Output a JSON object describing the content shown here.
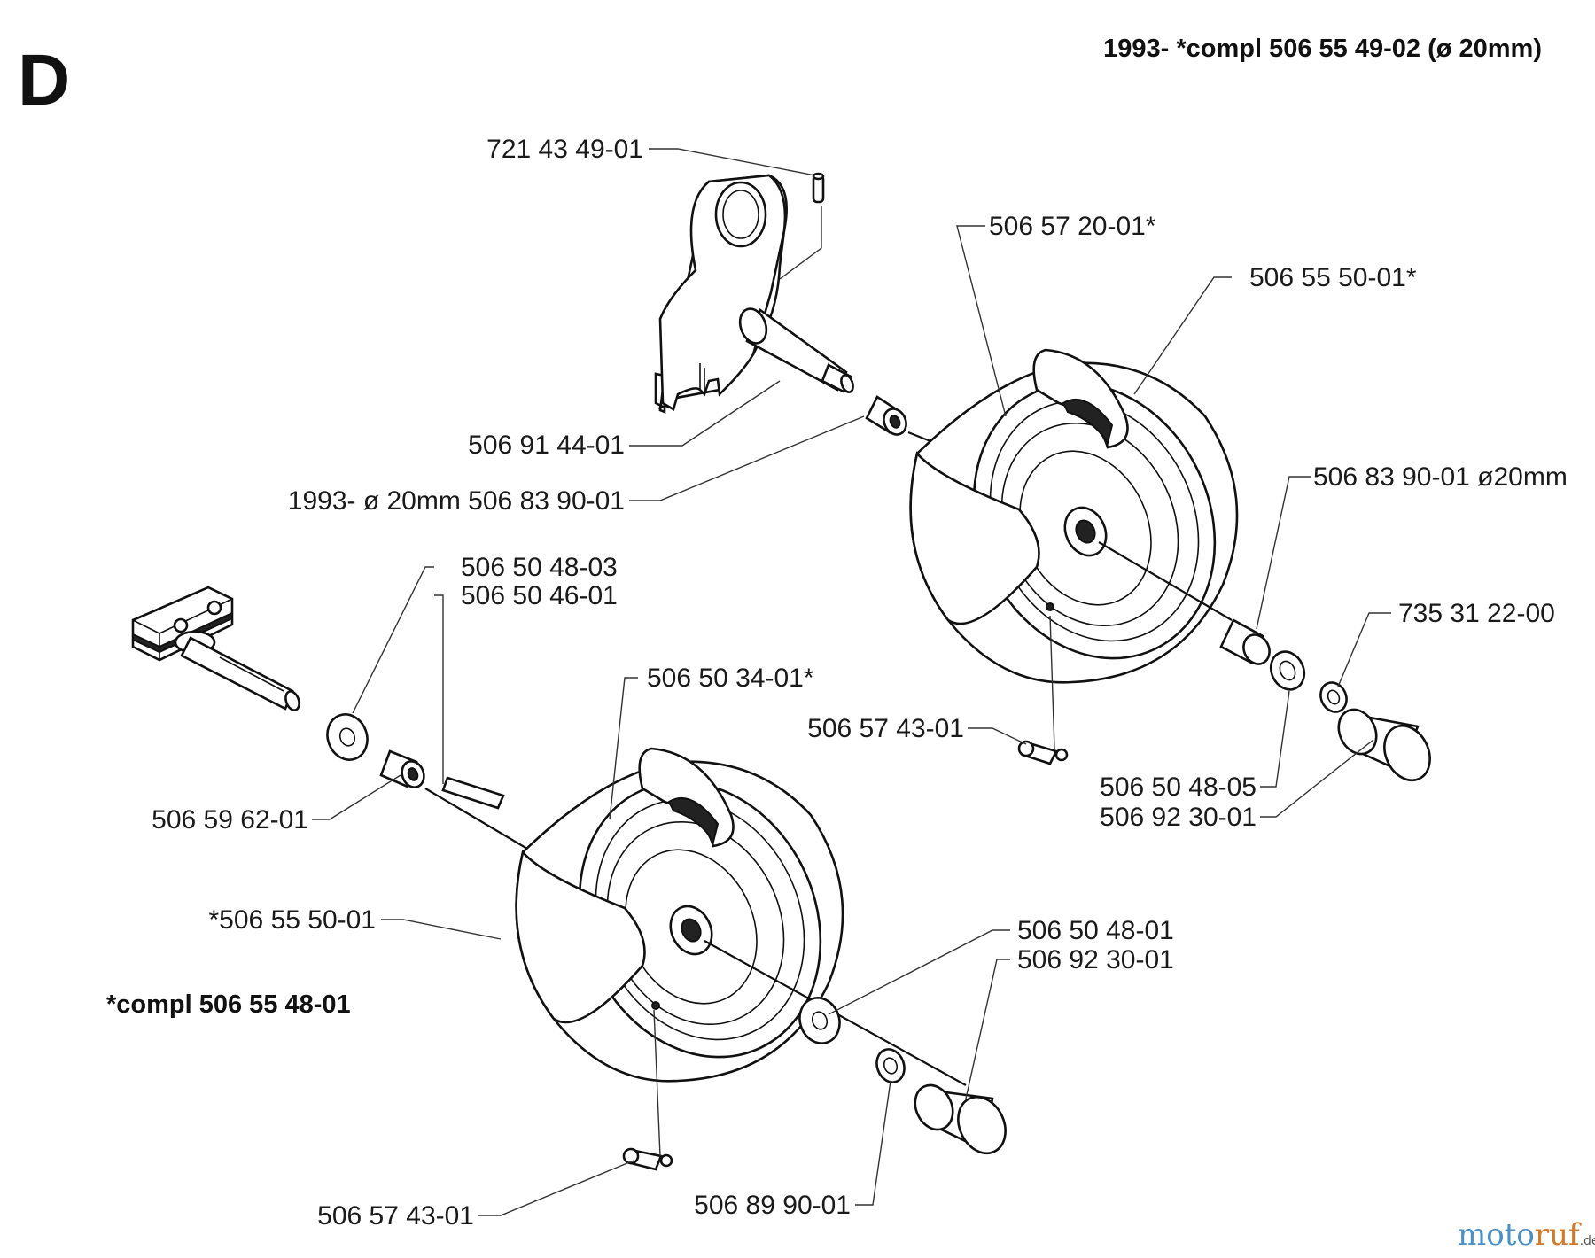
{
  "section_letter": "D",
  "header_note": "1993- *compl 506 55 49-02 (ø 20mm)",
  "footnote": "*compl 506 55 48-01",
  "labels": {
    "l1": "721 43 49-01",
    "l2": "506 57 20-01*",
    "l3": "506 55 50-01*",
    "l4": "506 91 44-01",
    "l5": "1993- ø 20mm 506 83 90-01",
    "l6": "506 83 90-01 ø20mm",
    "l7": "506 50 48-03",
    "l8": "506 50 46-01",
    "l9": "735 31 22-00",
    "l10": "506 50 34-01*",
    "l11": "506 57 43-01",
    "l12": "506 59 62-01",
    "l13": "506 50 48-05",
    "l14": "506 92 30-01",
    "l15": "*506 55 50-01",
    "l16": "506 50 48-01",
    "l17": "506 92 30-01",
    "l18": "506 57 43-01",
    "l19": "506 89 90-01"
  },
  "watermark": {
    "part1": "moto",
    "part2": "ruf",
    "suffix": ".de"
  }
}
